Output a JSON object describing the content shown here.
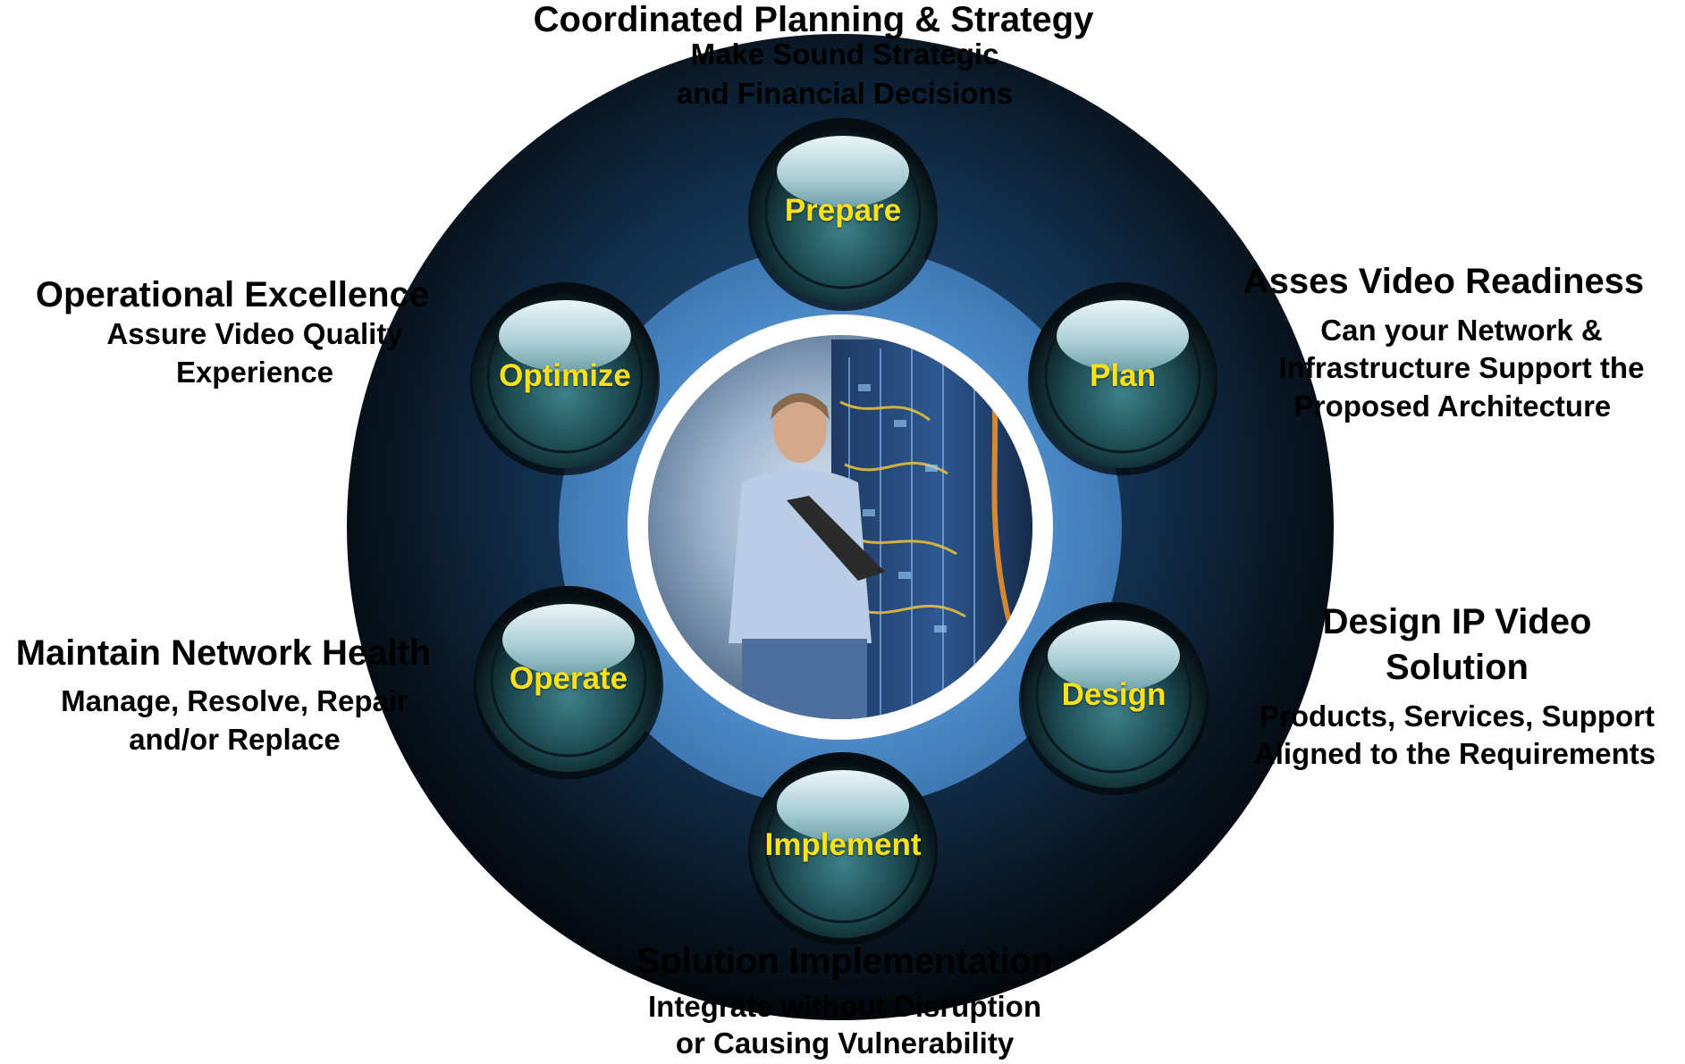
{
  "center_photo": {
    "description_icon": "technician-datacenter-photo"
  },
  "phases": [
    {
      "key": "prepare",
      "label": "Prepare"
    },
    {
      "key": "plan",
      "label": "Plan"
    },
    {
      "key": "design",
      "label": "Design"
    },
    {
      "key": "implement",
      "label": "Implement"
    },
    {
      "key": "operate",
      "label": "Operate"
    },
    {
      "key": "optimize",
      "label": "Optimize"
    }
  ],
  "callouts": {
    "top": {
      "title": "Coordinated Planning & Strategy",
      "line1": "Make Sound Strategic",
      "line2": "and Financial Decisions"
    },
    "right_upper": {
      "title": "Asses Video Readiness",
      "line1": "Can your Network &",
      "line2": "Infrastructure Support the",
      "line3": "Proposed Architecture"
    },
    "right_lower": {
      "title1": "Design IP Video",
      "title2": "Solution",
      "line1": "Products, Services, Support",
      "line2": "Aligned to the Requirements"
    },
    "bottom": {
      "title": "Solution Implementation",
      "line1": "Integrate without Disruption",
      "line2": "or Causing Vulnerability"
    },
    "left_lower": {
      "title": "Maintain Network Health",
      "line1": "Manage, Resolve, Repair",
      "line2": "and/or Replace"
    },
    "left_upper": {
      "title": "Operational Excellence",
      "line1": "Assure Video Quality",
      "line2": "Experience"
    }
  },
  "colors": {
    "outer_ring_dark": "#060d16",
    "outer_ring_mid": "#0f2a44",
    "blue_ring": "#4a86c6",
    "white_ring": "#ffffff",
    "phase_label": "#ffe11a",
    "orb_dark": "#0b1e22",
    "orb_teal": "#2e6a72",
    "orb_highlight": "#cde6ec"
  }
}
